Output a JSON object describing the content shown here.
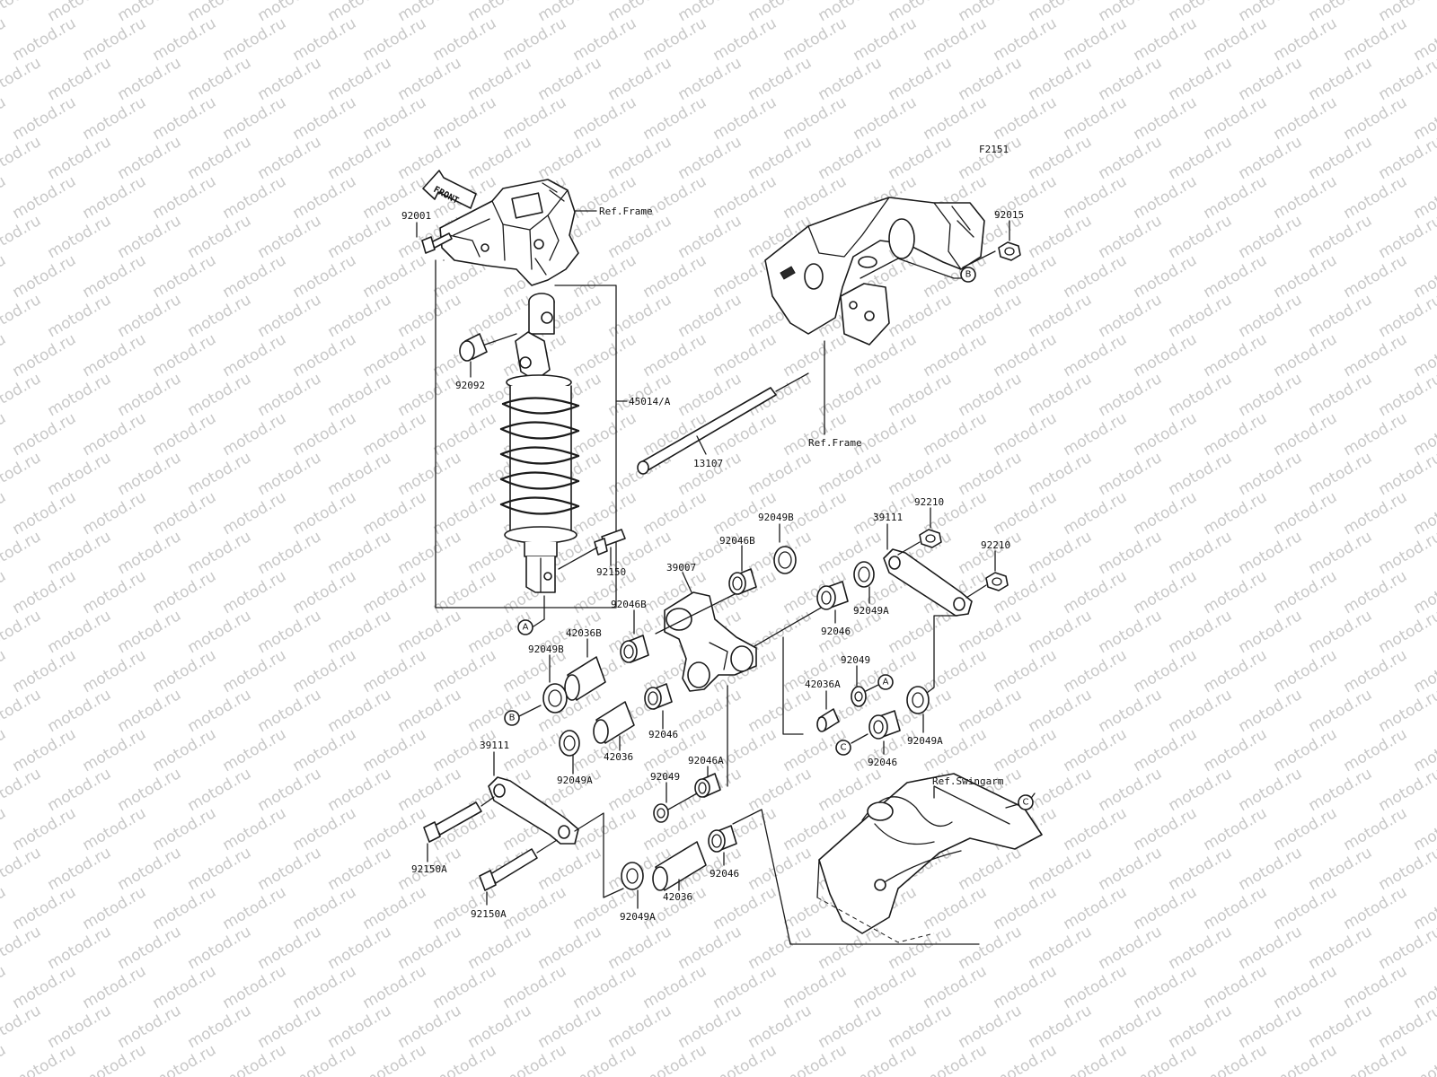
{
  "figure_code": "F2151",
  "watermark_text": "motod.ru",
  "front_arrow_text": "FRONT",
  "ref_labels": {
    "frame_top": "Ref.Frame",
    "frame_mid": "Ref.Frame",
    "swingarm": "Ref.Swingarm"
  },
  "callouts": {
    "p92001": "92001",
    "p92092": "92092",
    "p45014": "45014/A",
    "p92150": "92150",
    "p92015": "92015",
    "p13107": "13107",
    "p39007": "39007",
    "p92046B_1": "92046B",
    "p92049B_1": "92049B",
    "p92046B_2": "92046B",
    "p42036B": "42036B",
    "p92049B_2": "92049B",
    "p39111_r": "39111",
    "p92210_1": "92210",
    "p92210_2": "92210",
    "p92049A_1": "92049A",
    "p92046_1": "92046",
    "p92049_1": "92049",
    "p42036A": "42036A",
    "p92049A_2": "92049A",
    "p92046_2": "92046",
    "p92046_3": "92046",
    "p42036_1": "42036",
    "p92049A_3": "92049A",
    "p92046A": "92046A",
    "p92049_2": "92049",
    "p39111_l": "39111",
    "p92150A_1": "92150A",
    "p92150A_2": "92150A",
    "p42036_2": "42036",
    "p92046_4": "92046",
    "p92049A_4": "92049A"
  },
  "markers": {
    "A_left": "A",
    "A_right": "A",
    "B_left": "B",
    "B_right": "B",
    "C_left": "C",
    "C_right": "C"
  }
}
